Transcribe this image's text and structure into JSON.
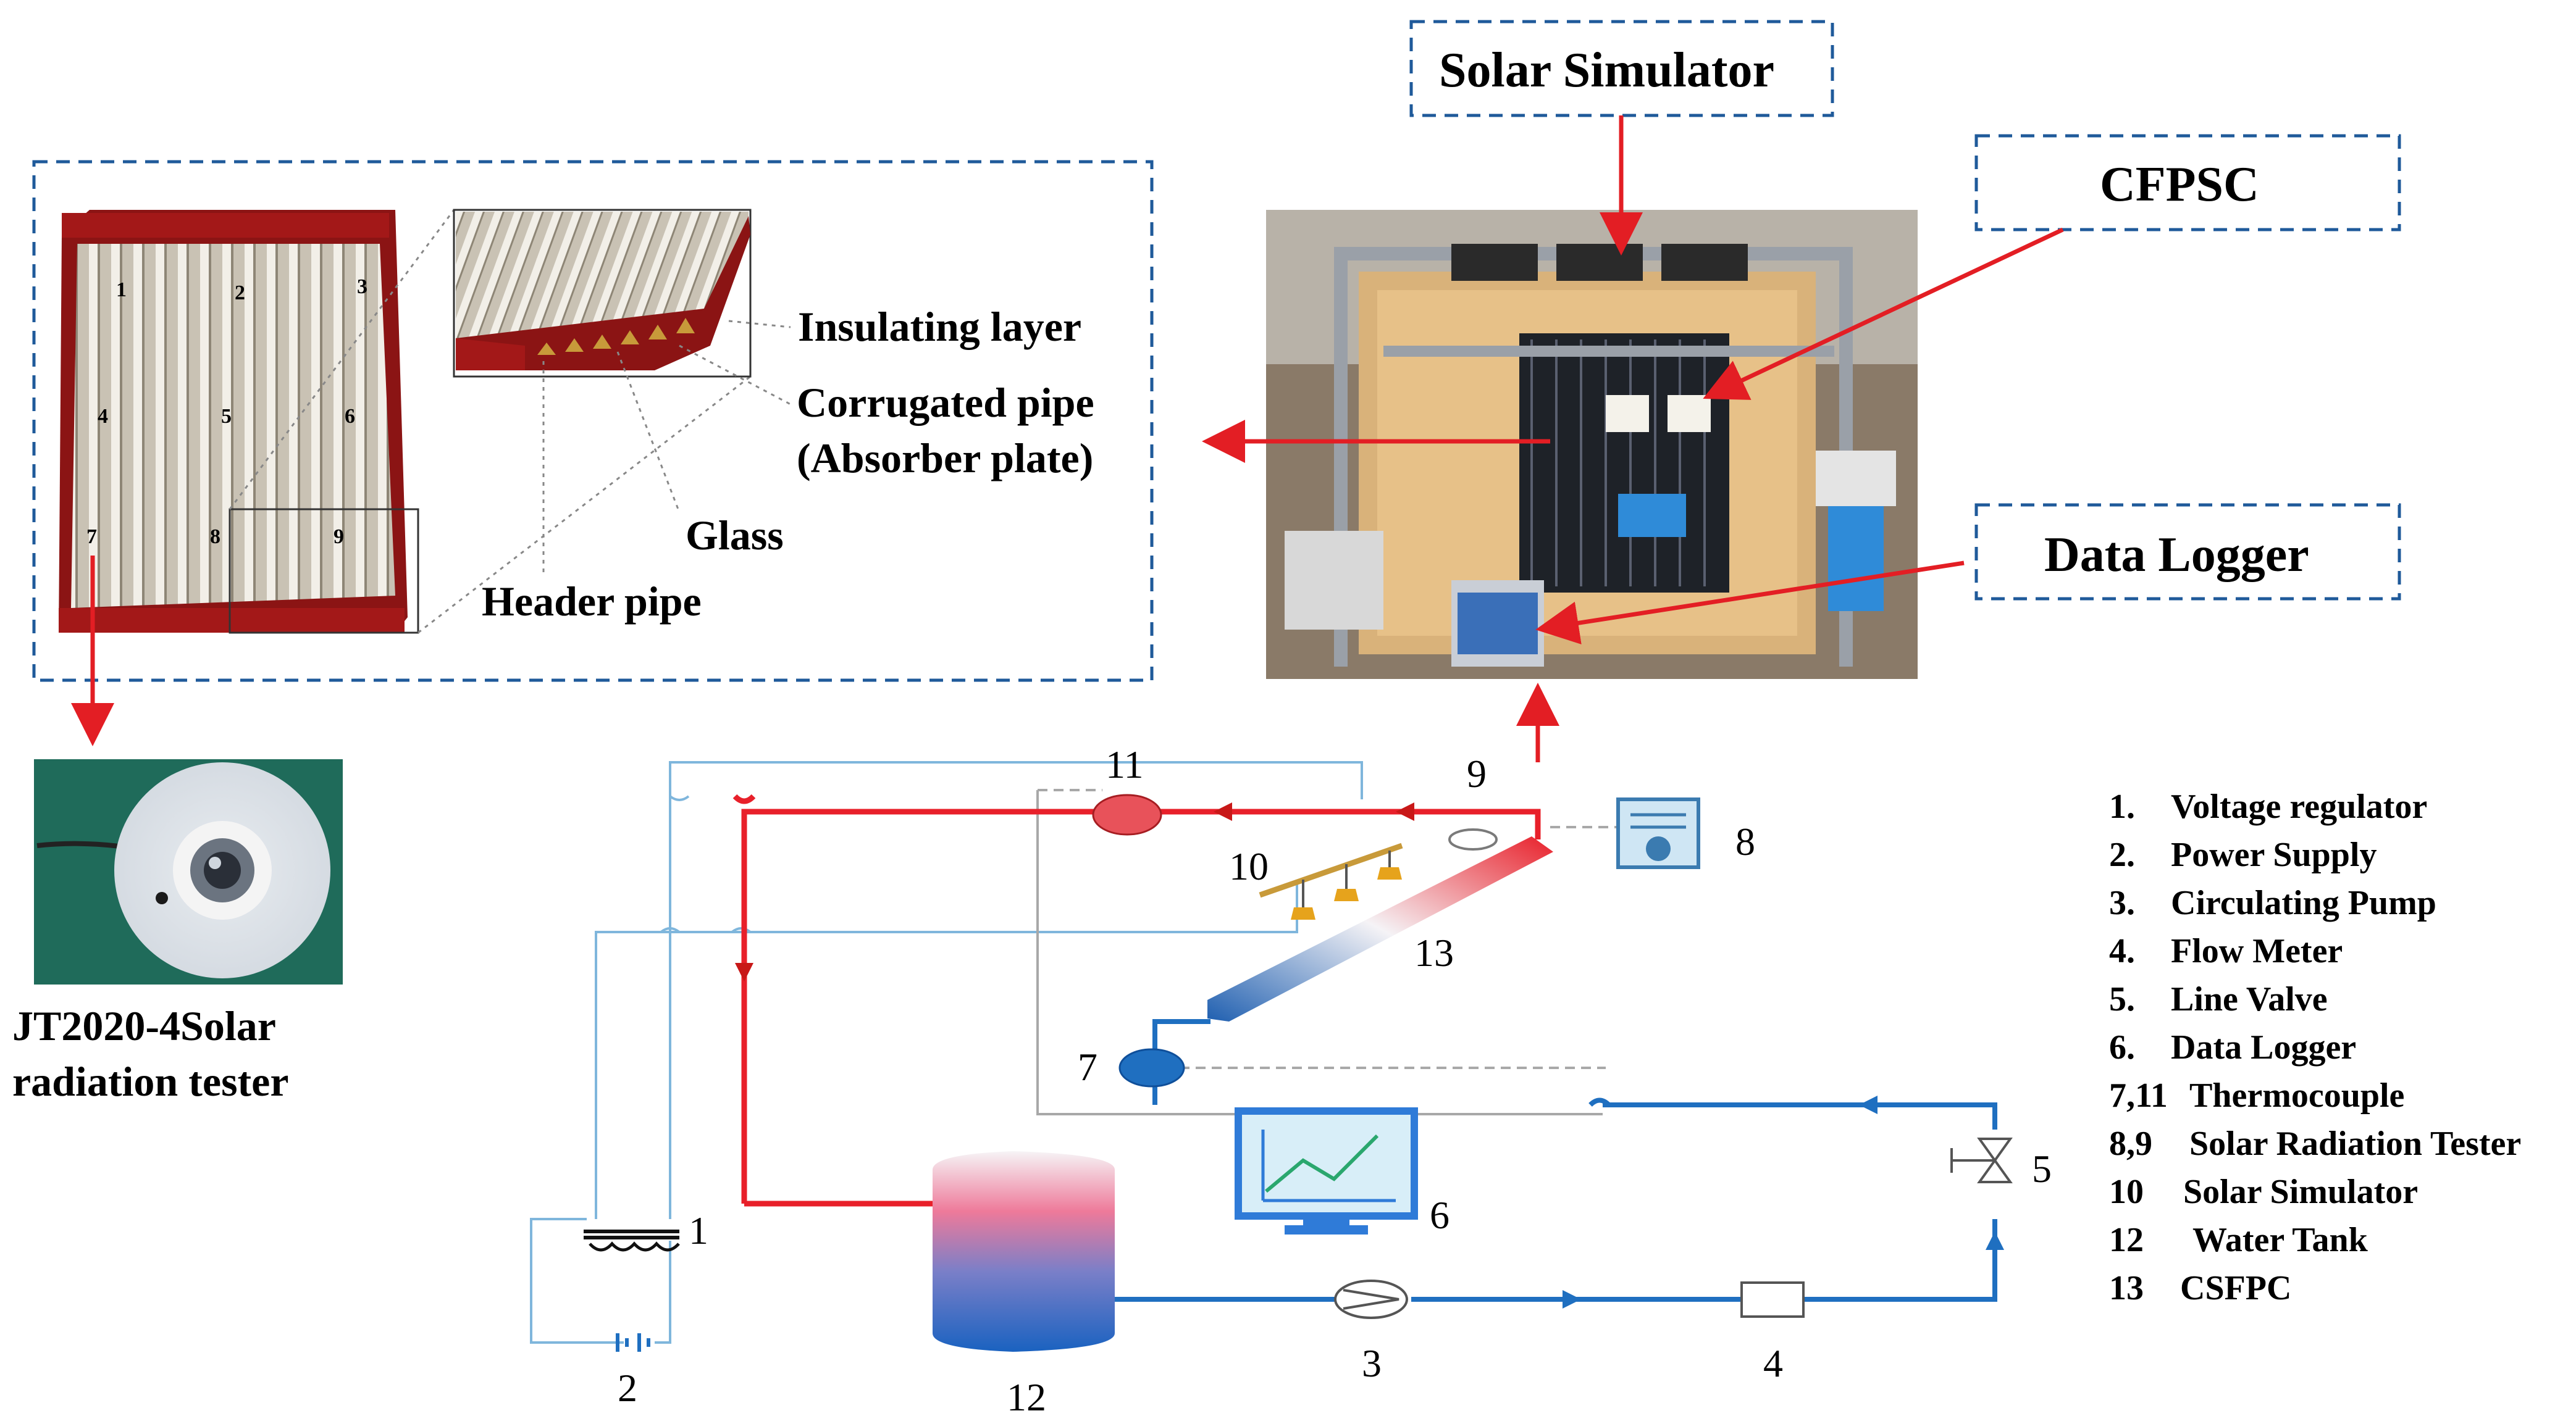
{
  "labels": {
    "solar_simulator": "Solar Simulator",
    "cfpsc": "CFPSC",
    "data_logger": "Data Logger",
    "insulating_layer": "Insulating layer",
    "corrugated_pipe_1": "Corrugated pipe",
    "corrugated_pipe_2": "(Absorber plate)",
    "glass": "Glass",
    "header_pipe": "Header pipe",
    "tester_1": "JT2020-4Solar",
    "tester_2": "radiation tester"
  },
  "panel_points": [
    "1",
    "2",
    "3",
    "4",
    "5",
    "6",
    "7",
    "8",
    "9"
  ],
  "component_numbers": {
    "n1": "1",
    "n2": "2",
    "n3": "3",
    "n4": "4",
    "n5": "5",
    "n6": "6",
    "n7": "7",
    "n8": "8",
    "n9": "9",
    "n10": "10",
    "n11": "11",
    "n12": "12",
    "n13": "13"
  },
  "legend": [
    {
      "num": "1.",
      "text": "Voltage regulator"
    },
    {
      "num": "2.",
      "text": "Power Supply"
    },
    {
      "num": "3.",
      "text": "Circulating Pump"
    },
    {
      "num": "4.",
      "text": "Flow Meter"
    },
    {
      "num": "5.",
      "text": "Line Valve"
    },
    {
      "num": "6.",
      "text": "Data Logger"
    },
    {
      "num": "7,11",
      "text": "Thermocouple"
    },
    {
      "num": "8,9",
      "text": "Solar Radiation Tester"
    },
    {
      "num": "10",
      "text": "Solar Simulator"
    },
    {
      "num": "12",
      "text": "Water Tank"
    },
    {
      "num": "13",
      "text": "CSFPC"
    }
  ],
  "colors": {
    "hot_line": "#e8202a",
    "cold_line": "#1f6fc0",
    "thin_line": "#7fb6dc",
    "box_dash": "#1f5a9a",
    "frame_red": "#8b1414",
    "arrow_red": "#e31e24"
  }
}
